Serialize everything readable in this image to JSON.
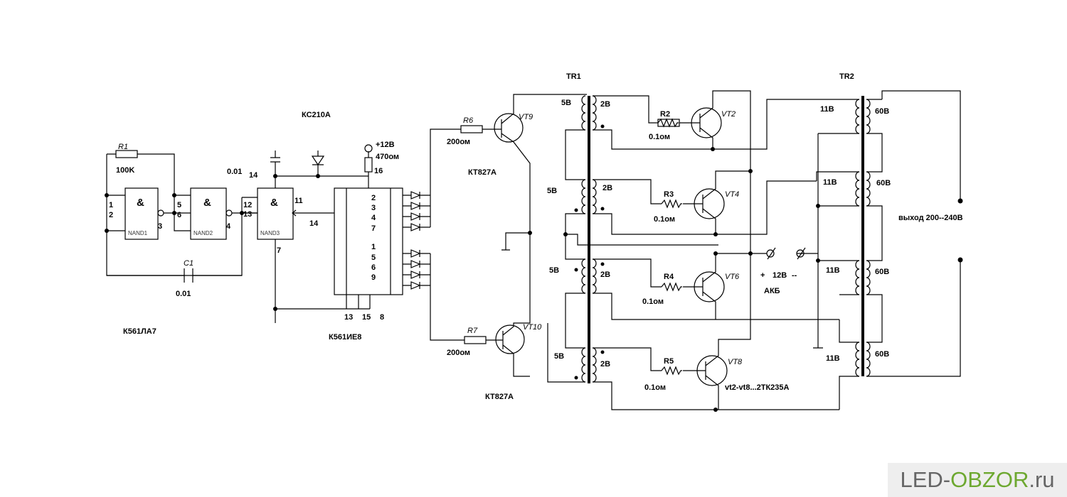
{
  "labels": {
    "r1": "R1",
    "r1_val": "100K",
    "c1": "C1",
    "c1_val": "0.01",
    "ic1": "К561ЛА7",
    "nand1": "NAND1",
    "nand2": "NAND2",
    "nand3": "NAND3",
    "amp": "&",
    "p1": "1",
    "p2": "2",
    "p3": "3",
    "p5": "5",
    "p6": "6",
    "p4": "4",
    "p12": "12",
    "p13": "13",
    "p11": "11",
    "p7a": "7",
    "p14a": "14",
    "p14b": "14",
    "cap_val": "0.01",
    "zener": "КС210А",
    "vplus": "+12В",
    "rv": "470ом",
    "p16": "16",
    "ic2": "К561ИЕ8",
    "out_pins_top": [
      "2",
      "3",
      "4",
      "7"
    ],
    "out_pins_bot": [
      "1",
      "5",
      "6",
      "9"
    ],
    "p13b": "13",
    "p15": "15",
    "p8": "8",
    "r6": "R6",
    "r6_val": "200ом",
    "r7": "R7",
    "r7_val": "200ом",
    "vt9": "VT9",
    "vt10": "VT10",
    "kt9": "КТ827А",
    "kt10": "КТ827А",
    "tr1": "TR1",
    "tr2": "TR2",
    "tr1_left": [
      "5В",
      "5В",
      "5В",
      "5В"
    ],
    "tr1_right": [
      "2В",
      "2В",
      "2В",
      "2В"
    ],
    "res": [
      "R2",
      "R3",
      "R4",
      "R5"
    ],
    "res_val": [
      "0.1ом",
      "0.1ом",
      "0.1ом",
      "0.1ом"
    ],
    "vt": [
      "VT2",
      "VT4",
      "VT6",
      "VT8"
    ],
    "vt_note": "vt2-vt8...2ТК235А",
    "tr2_left": [
      "11В",
      "11В",
      "11В",
      "11В"
    ],
    "tr2_right": [
      "60В",
      "60В",
      "60В",
      "60В"
    ],
    "bat_plus": "+",
    "bat_v": "12В",
    "bat_minus": "--",
    "bat": "АКБ",
    "output": "выход 200--240В"
  },
  "watermark": {
    "part1": "LED-",
    "part2": "OBZOR",
    "part3": ".ru"
  },
  "colors": {
    "ink": "#000000",
    "watermark_gray": "#666666",
    "watermark_green": "#6da830"
  }
}
